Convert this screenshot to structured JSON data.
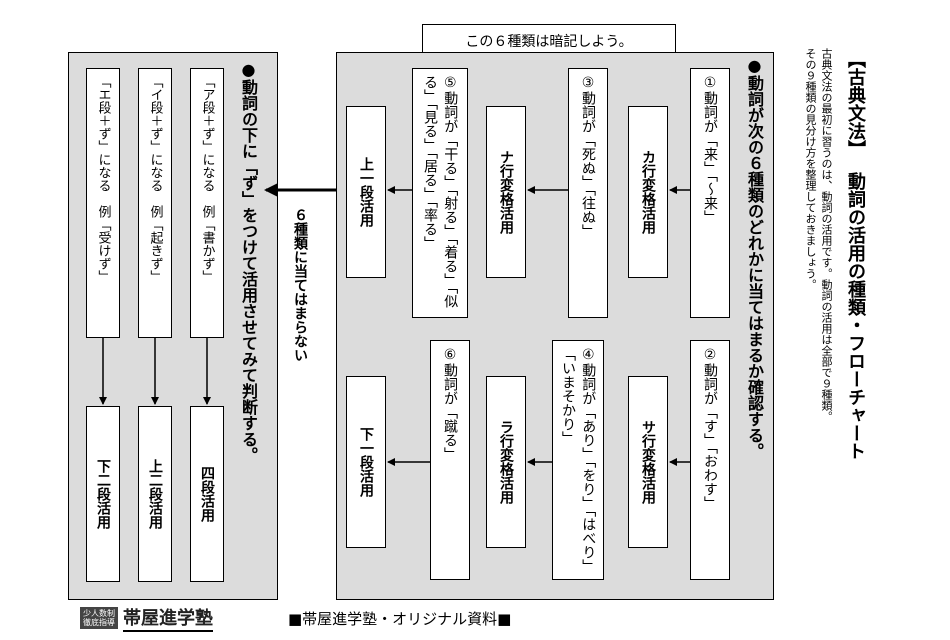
{
  "header": {
    "title_bracket": "【古典文法】",
    "title": "動詞の活用の種類・フローチャート",
    "desc1": "古典文法の最初に習うのは、動詞の活用です。動詞の活用は全部で９種類。",
    "desc2": "その９種類の見分け方を整理しておきましょう。"
  },
  "memo": "この６種類は暗記しよう。",
  "instruction": "●動詞が次の６種類のどれかに当てはまるか確認する。",
  "verbs": [
    {
      "cond": "①動詞が「来」「〜来」",
      "type": "カ行変格活用"
    },
    {
      "cond": "③動詞が「死ぬ」「往ぬ」",
      "type": "ナ行変格活用"
    },
    {
      "cond": "⑤動詞が「干る」「射る」「着る」「似る」「見る」「居る」「率る」",
      "type": "上一段活用"
    },
    {
      "cond": "②動詞が「す」「おわす」",
      "type": "サ行変格活用"
    },
    {
      "cond": "④動詞が「あり」「をり」「はべり」「いまそかり」",
      "type": "ラ行変格活用"
    },
    {
      "cond": "⑥動詞が「蹴る」",
      "type": "下一段活用"
    }
  ],
  "not_applicable": "６種類に当てはまらない",
  "left_instruction": "●動詞の下に「ず」をつけて活用させてみて判断する。",
  "left_rows": [
    {
      "cond": "「ア段＋ず」になる　例「書かず」",
      "type": "四段活用"
    },
    {
      "cond": "「イ段＋ず」になる　例「起きず」",
      "type": "上二段活用"
    },
    {
      "cond": "「エ段＋ず」になる　例「受けず」",
      "type": "下二段活用"
    }
  ],
  "footer": {
    "logo_small1": "少人数制",
    "logo_small2": "徹底指導",
    "logo_name": "帯屋進学塾",
    "note": "■帯屋進学塾・オリジナル資料■"
  }
}
